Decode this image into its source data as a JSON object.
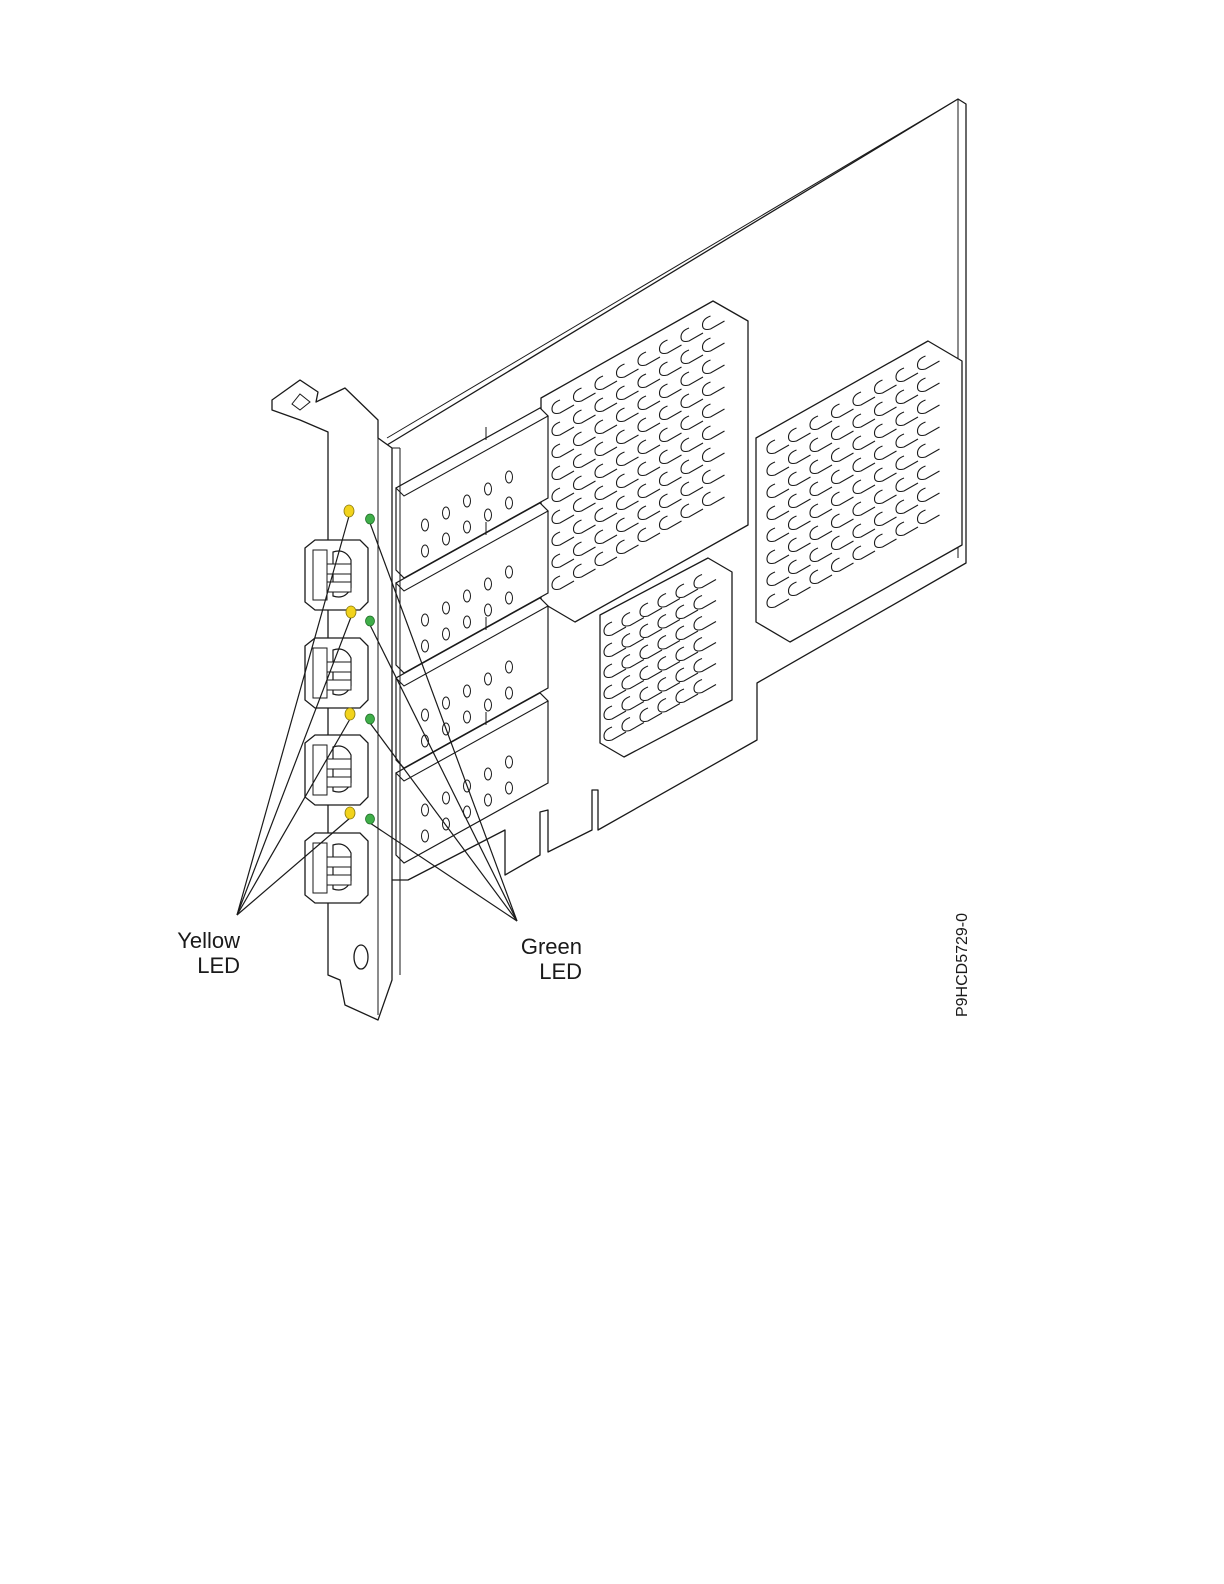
{
  "labels": {
    "yellow_led_line1": "Yellow",
    "yellow_led_line2": "LED",
    "green_led_line1": "Green",
    "green_led_line2": "LED"
  },
  "figure_id": "P9HCD5729-0",
  "colors": {
    "yellow_led": "#f2d31c",
    "green_led": "#3fae49",
    "line": "#1a1a1a"
  },
  "port_count": 4
}
